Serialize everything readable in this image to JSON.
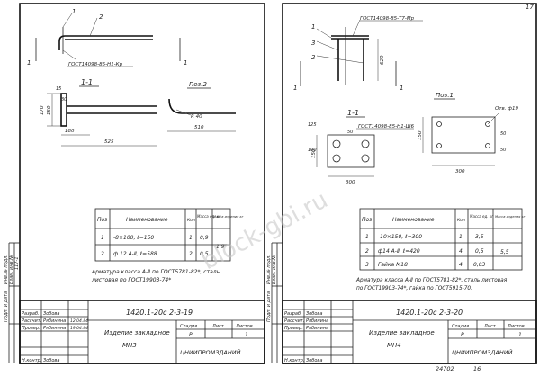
{
  "page": {
    "corner_number": "17",
    "bottom_number": "24702",
    "bottom_number_2": "16"
  },
  "watermark": "block-gbi.ru",
  "left_sheet": {
    "top_callout_1": "1",
    "top_callout_2": "2",
    "top_gost": "ГОСТ14098-85-Н1-Кр",
    "marker_1a": "1",
    "marker_1b": "1",
    "section_label": "1-1",
    "pos_label": "Поз.2",
    "dims": {
      "d15": "15",
      "d30": "30",
      "d150": "150",
      "d170": "170",
      "d180": "180",
      "d525": "525",
      "r40": "R 40",
      "d510": "510"
    },
    "table": {
      "headers": {
        "pos": "Поз",
        "name": "Наименование",
        "qty": "Кол",
        "mass1": "Масса ед. кг",
        "mass2": "Масса изделия кг"
      },
      "rows": [
        {
          "pos": "1",
          "name": "-8×100, ℓ=150",
          "qty": "1",
          "mass": "0,9",
          "total": "1,9"
        },
        {
          "pos": "2",
          "name": "ф 12 А-Ⅱ, ℓ=588",
          "qty": "2",
          "mass": "0,5",
          "total": ""
        }
      ]
    },
    "note_1": "Арматура класса А-Ⅱ по ГОСТ5781-82*, сталь",
    "note_2": "листовая по ГОСТ19903-74*",
    "title_block": {
      "code": "1420.1-20с 2-3-19",
      "product": "Изделие закладное",
      "mark": "МН3",
      "org": "ЦНИИПРОМЗДАНИЙ",
      "stage_h": "Стадия",
      "sheet_h": "Лист",
      "sheets_h": "Листов",
      "stage": "Р",
      "sheet": "1",
      "roles": [
        {
          "role": "Разраб.",
          "name": "Зобова"
        },
        {
          "role": "Рассчит.",
          "name": "Рябинина"
        },
        {
          "role": "Провер.",
          "name": "Рябинина"
        },
        {
          "role": "",
          "name": ""
        },
        {
          "role": "Н.контр.",
          "name": "Зобова"
        }
      ],
      "sign_1": "12.04.84",
      "sign_2": "19.04.84",
      "left_stamp_1": "Инв.№ подл.",
      "left_stamp_2": "Подп. и дата",
      "left_stamp_3": "Взам. инв.№",
      "left_stamp_4": "117-1"
    }
  },
  "right_sheet": {
    "callout_1": "1",
    "callout_2": "2",
    "callout_3": "3",
    "gost_top": "ГОСТ14098-85-Т7-Мр",
    "marker_1a": "1",
    "marker_1b": "1",
    "d620": "620",
    "section_label": "1-1",
    "gost_mid": "ГОСТ14098-85-Н1-Ш6",
    "pos_label": "Поз.1",
    "otv": "Отв. ф19",
    "dims": {
      "d150": "150",
      "d50": "50",
      "d300": "300",
      "d100": "100",
      "d125": "125",
      "d150b": "150",
      "d300b": "300",
      "d50b": "50",
      "d50c": "50"
    },
    "table": {
      "headers": {
        "pos": "Поз",
        "name": "Наименование",
        "qty": "Кол",
        "mass1": "Масса ед. кг",
        "mass2": "Масса изделия кг"
      },
      "rows": [
        {
          "pos": "1",
          "name": "-10×150, ℓ=300",
          "qty": "1",
          "mass": "3,5",
          "total": "5,5"
        },
        {
          "pos": "2",
          "name": "ф14 А-Ⅱ, ℓ=420",
          "qty": "4",
          "mass": "0,5",
          "total": ""
        },
        {
          "pos": "3",
          "name": "Гайка М18",
          "qty": "4",
          "mass": "0,03",
          "total": ""
        }
      ]
    },
    "note_1": "Арматура класса А-Ⅱ по ГОСТ5781-82*, сталь листовая",
    "note_2": "по ГОСТ19903-74*, гайка по ГОСТ5915-70.",
    "title_block": {
      "code": "1420.1-20с 2-3-20",
      "product": "Изделие закладное",
      "mark": "МН4",
      "org": "ЦНИИПРОМЗДАНИЙ",
      "stage_h": "Стадия",
      "sheet_h": "Лист",
      "sheets_h": "Листов",
      "stage": "Р",
      "sheet": "1",
      "roles": [
        {
          "role": "Разраб.",
          "name": "Зобова"
        },
        {
          "role": "Рассчит.",
          "name": "Рябинина"
        },
        {
          "role": "Провер.",
          "name": "Рябинина"
        },
        {
          "role": "",
          "name": ""
        },
        {
          "role": "Н.контр.",
          "name": "Зобова"
        }
      ],
      "left_stamp_1": "Инв.№ подл.",
      "left_stamp_2": "Подп. и дата",
      "left_stamp_3": "Взам. инв.№"
    }
  }
}
